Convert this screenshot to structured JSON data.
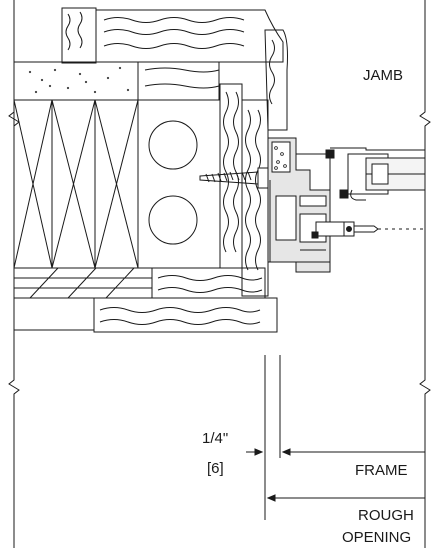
{
  "labels": {
    "jamb": "JAMB",
    "gap_fraction": "1/4\"",
    "gap_metric": "[6]",
    "frame": "FRAME",
    "rough_line1": "ROUGH",
    "rough_line2": "OPENING"
  },
  "colors": {
    "line": "#1a1a1a",
    "background": "#ffffff",
    "glass_fill": "#f4f4f4",
    "metal_fill": "#e6e6e6"
  }
}
